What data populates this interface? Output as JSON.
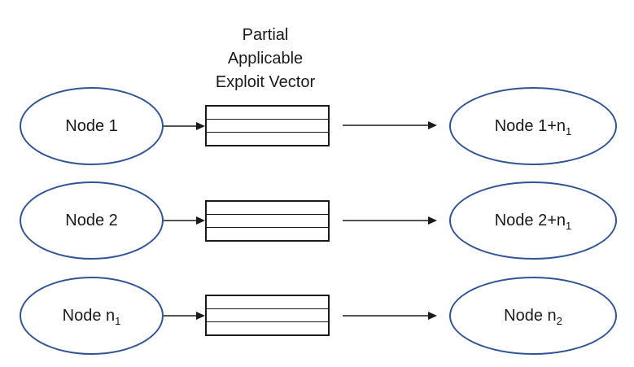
{
  "title": "Partial\nApplicable\nExploit Vector",
  "colors": {
    "ellipse_stroke": "#2F5597",
    "line": "#1A1A1A",
    "text": "#1A1A1A",
    "background": "#FFFFFF"
  },
  "exploit_vector": {
    "segments": 3
  },
  "rows": [
    {
      "left": {
        "text": "Node 1",
        "sub": ""
      },
      "right": {
        "text": "Node 1+n",
        "sub": "1"
      }
    },
    {
      "left": {
        "text": "Node 2",
        "sub": ""
      },
      "right": {
        "text": "Node 2+n",
        "sub": "1"
      }
    },
    {
      "left": {
        "text": "Node n",
        "sub": "1"
      },
      "right": {
        "text": "Node n",
        "sub": "2"
      }
    }
  ]
}
